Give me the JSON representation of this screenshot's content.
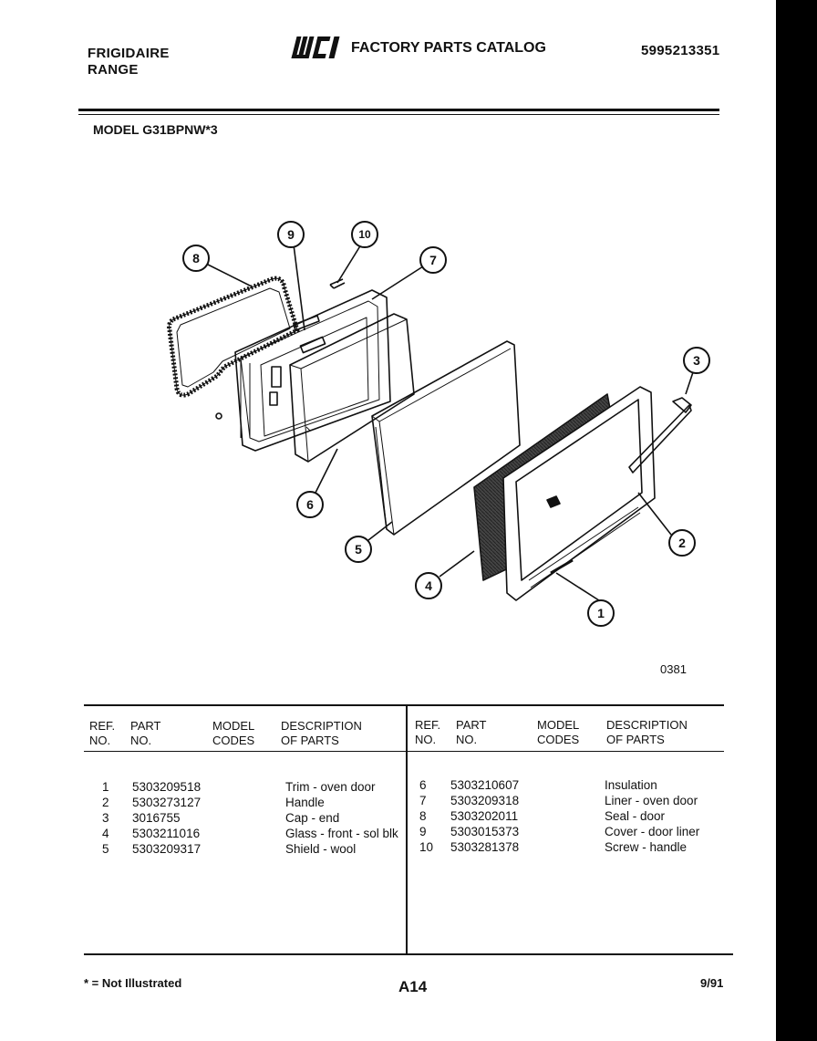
{
  "header": {
    "brand": "FRIGIDAIRE",
    "product": "RANGE",
    "logo_text": "WCI",
    "catalog_title": "FACTORY PARTS CATALOG",
    "catalog_number": "5995213351",
    "model": "MODEL G31BPNW*3"
  },
  "diagram": {
    "code": "0381",
    "callouts": [
      "1",
      "2",
      "3",
      "4",
      "5",
      "6",
      "7",
      "8",
      "9",
      "10"
    ]
  },
  "table": {
    "headers": {
      "ref": [
        "REF.",
        "NO."
      ],
      "part": [
        "PART",
        "NO."
      ],
      "model": [
        "MODEL",
        "CODES"
      ],
      "desc": [
        "DESCRIPTION",
        "OF PARTS"
      ]
    },
    "left_rows": [
      {
        "ref": "1",
        "part": "5303209518",
        "model": "",
        "desc": "Trim - oven door"
      },
      {
        "ref": "2",
        "part": "5303273127",
        "model": "",
        "desc": "Handle"
      },
      {
        "ref": "3",
        "part": "3016755",
        "model": "",
        "desc": "Cap - end"
      },
      {
        "ref": "4",
        "part": "5303211016",
        "model": "",
        "desc": "Glass - front - sol blk"
      },
      {
        "ref": "5",
        "part": "5303209317",
        "model": "",
        "desc": "Shield - wool"
      }
    ],
    "right_rows": [
      {
        "ref": "6",
        "part": "5303210607",
        "model": "",
        "desc": "Insulation"
      },
      {
        "ref": "7",
        "part": "5303209318",
        "model": "",
        "desc": "Liner - oven door"
      },
      {
        "ref": "8",
        "part": "5303202011",
        "model": "",
        "desc": "Seal - door"
      },
      {
        "ref": "9",
        "part": "5303015373",
        "model": "",
        "desc": "Cover - door liner"
      },
      {
        "ref": "10",
        "part": "5303281378",
        "model": "",
        "desc": "Screw - handle"
      }
    ]
  },
  "footer": {
    "note": "* = Not Illustrated",
    "page": "A14",
    "date": "9/91"
  }
}
